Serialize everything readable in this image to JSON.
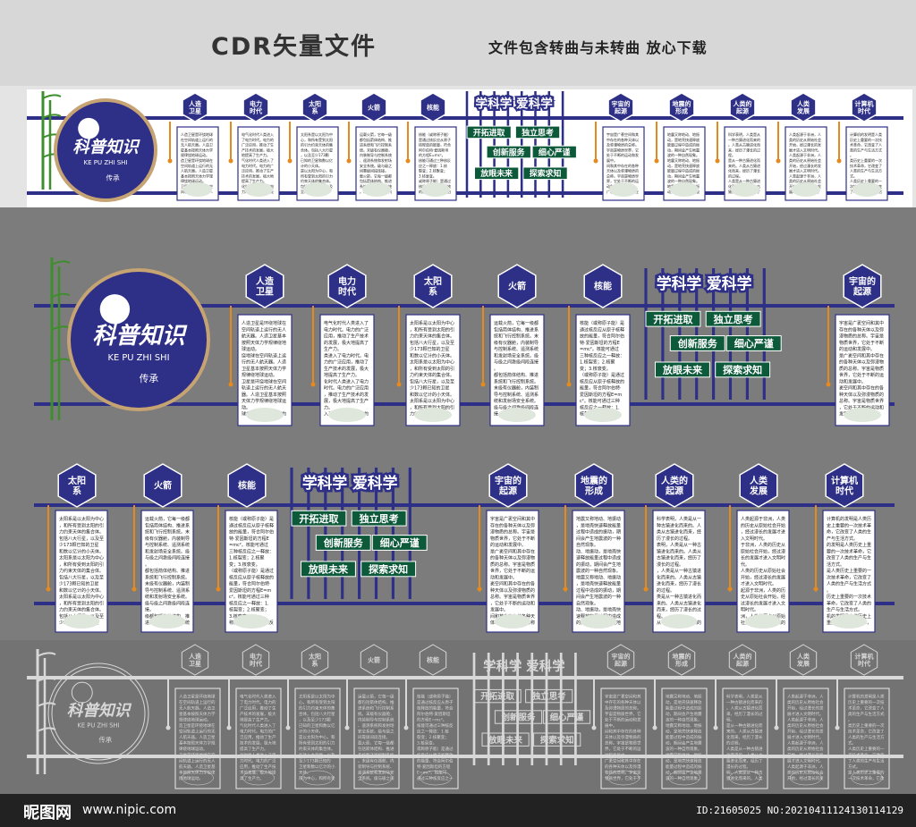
{
  "header": {
    "title": "CDR矢量文件",
    "subtitle": "文件包含转曲与未转曲 放心下载"
  },
  "emblem": {
    "title": "科普知识",
    "pinyin": "KE PU ZHI SHI",
    "seal": "传承"
  },
  "topics_row_top": [
    "人造卫星",
    "电力时代",
    "太阳系",
    "火箭",
    "核能",
    "宇宙的起源",
    "地震的形成",
    "人类的起源",
    "人类发展",
    "计算机时代"
  ],
  "topics_mid_row1": [
    "人造卫星",
    "电力时代",
    "太阳系",
    "火箭",
    "核能",
    "宇宙的起源"
  ],
  "topics_mid_row2": [
    "太阳系",
    "火箭",
    "核能",
    "宇宙的起源",
    "地震的形成",
    "人类的起源",
    "人类发展",
    "计算机时代"
  ],
  "centerpiece": {
    "heading": "学科学 爱科学",
    "tags": [
      "开拓进取",
      "独立思考",
      "创新服务",
      "细心严谨",
      "放眼未来",
      "探索求知"
    ]
  },
  "texts": {
    "rocket": "运载火箭，它每一级都包括箭体结构、推进系统和飞行控制系统。末级有仪器舱，内装制导与控制系统、遥测系统和发射场安全系统。级与级之间靠级间段连接。",
    "nuclear": "核能（或称原子能）是通过核反应从原子核释放的能量，符合阿尔伯特·爱因斯坦的方程E=mc²。核能可通过三种核反应之一释放：1.核裂变；2.核聚变；3.核衰变。",
    "universe": "宇宙是广袤空间和其中存在的各种天体以及弥漫物质的总称。宇宙是物质世界，它处于不断的运动和发展中。",
    "solar": "太阳系是以太阳为中心，和所有受到太阳的引力约束天体的集合体。包括八大行星，以及至少173颗已知的卫星和数以亿计的小天体。",
    "satellite": "人造卫星是环绕地球在空间轨道上运行的无人航天器。人造卫星基本按照天体力学规律绕地球运动。",
    "electric": "电气化时代人类进入了电力时代。电力的广泛应用，推动了生产技术的发展，极大地提高了生产力。",
    "earthquake": "地震又称地动、地振动，是地壳快速释放能量过程中造成的振动，期间会产生地震波的一种自然现象。",
    "human_origin": "科学表明，人类是从一种古猿进化而来的。人类从古猿进化而来，经历了漫长的过程。",
    "human_dev": "人类起源于非洲，人类的历史从原始社会开始，经过漫长的发展才进入文明时代。",
    "computer": "计算机的发明是人类历史上重要的一次技术革命，它改变了人类的生产与生活方式。"
  },
  "footer": {
    "logo": "昵图网",
    "site": "www.nipic.com",
    "id": "ID:21605025 NO:20210411124130114129"
  },
  "colors": {
    "navy": "#2e2f86",
    "green": "#0d5a3b",
    "orange": "#e58a1e",
    "gold": "#c6a373",
    "white": "#ffffff"
  }
}
